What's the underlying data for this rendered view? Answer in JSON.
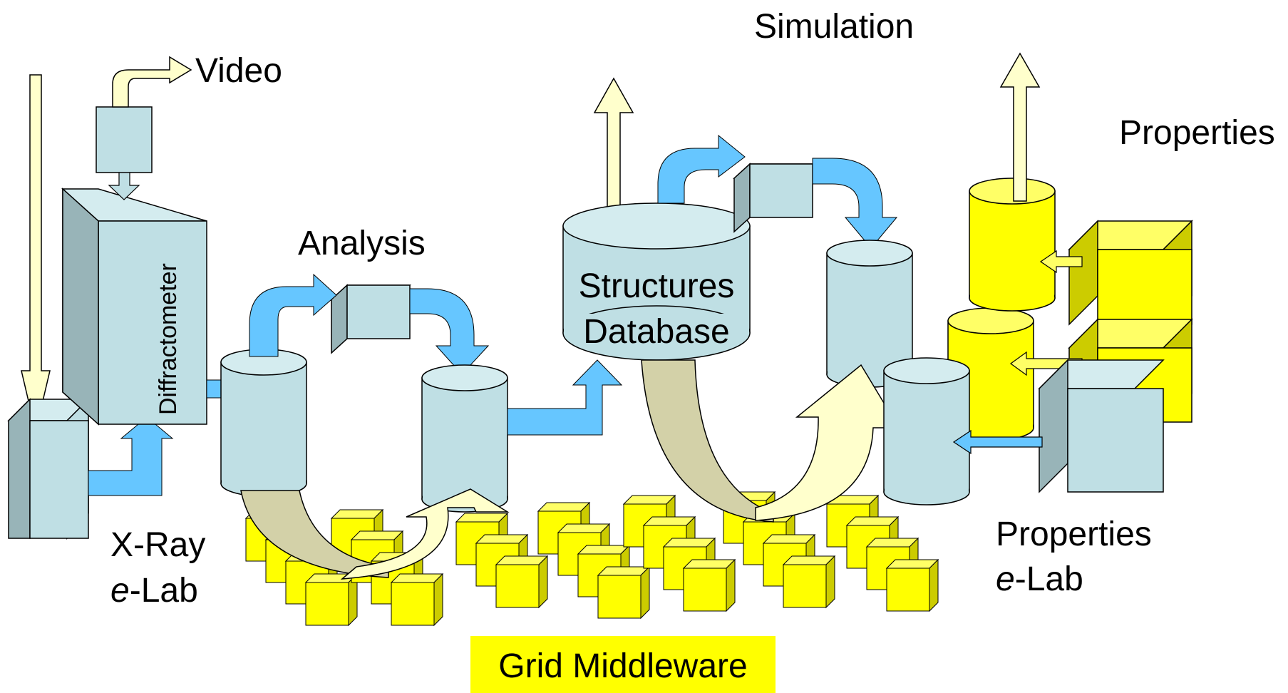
{
  "labels": {
    "video": "Video",
    "simulation": "Simulation",
    "properties_top": "Properties",
    "analysis": "Analysis",
    "diffractometer": "Diffractometer",
    "structures_line1": "Structures",
    "structures_line2": "Database",
    "xray_line1": "X-Ray",
    "xray_line2_italic": "e",
    "xray_line2_rest": "-Lab",
    "props_lab_line1": "Properties",
    "props_lab_line2_italic": "e",
    "props_lab_line2_rest": "-Lab",
    "grid_middleware": "Grid Middleware"
  },
  "colors": {
    "component_fill": "#bfdfe4",
    "component_side": "#98b4b8",
    "data_arrow": "#66c6ff",
    "yellow_block": "#ffff00",
    "yellow_side": "#cccc00",
    "cream_arrow": "#ffffcc",
    "tan_arrow": "#d3d1a8",
    "grid_label_bg": "#ffff00"
  }
}
